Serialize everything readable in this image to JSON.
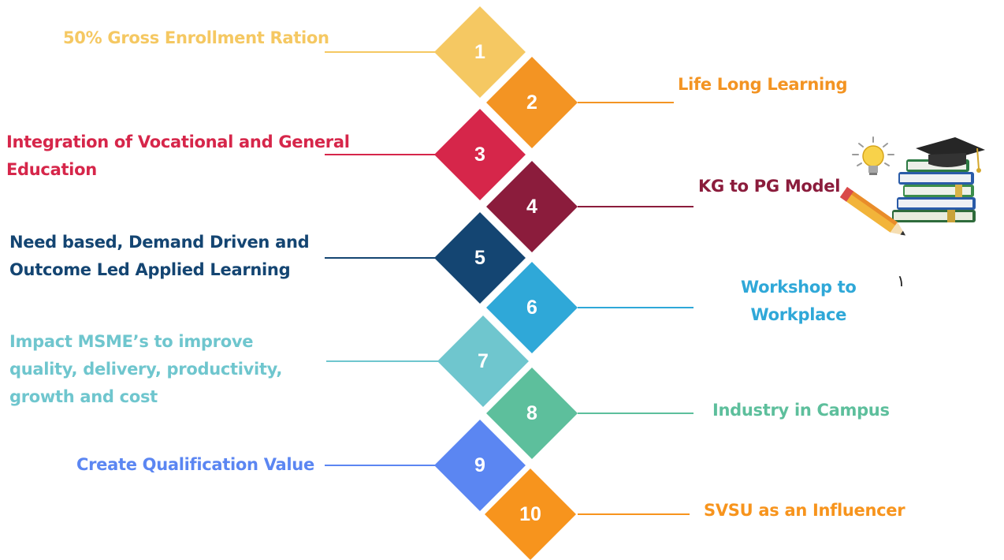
{
  "steps": [
    {
      "number": "1",
      "color": "#f5c862",
      "lines": [
        "50% Gross Enrollment Ration"
      ]
    },
    {
      "number": "2",
      "color": "#f39423",
      "lines": [
        "Life Long Learning"
      ]
    },
    {
      "number": "3",
      "color": "#d6264a",
      "lines": [
        "Integration of Vocational and General",
        "Education"
      ]
    },
    {
      "number": "4",
      "color": "#8b1c3c",
      "lines": [
        "KG to PG Model"
      ]
    },
    {
      "number": "5",
      "color": "#144572",
      "lines": [
        "Need based, Demand Driven and",
        "Outcome Led Applied Learning"
      ]
    },
    {
      "number": "6",
      "color": "#2fa8d8",
      "lines": [
        "Workshop to",
        "Workplace"
      ]
    },
    {
      "number": "7",
      "color": "#6fc6ce",
      "lines": [
        "Impact MSME’s to improve",
        "quality, delivery, productivity,",
        "growth and cost"
      ]
    },
    {
      "number": "8",
      "color": "#5dbf9c",
      "lines": [
        "Industry in Campus"
      ]
    },
    {
      "number": "9",
      "color": "#5b86f2",
      "lines": [
        "Create Qualification Value"
      ]
    },
    {
      "number": "10",
      "color": "#f7941d",
      "lines": [
        "SVSU as an Influencer"
      ]
    }
  ],
  "clipart": {
    "icon": "education-books-bulb-pencil-icon"
  },
  "stray_mark": "١"
}
